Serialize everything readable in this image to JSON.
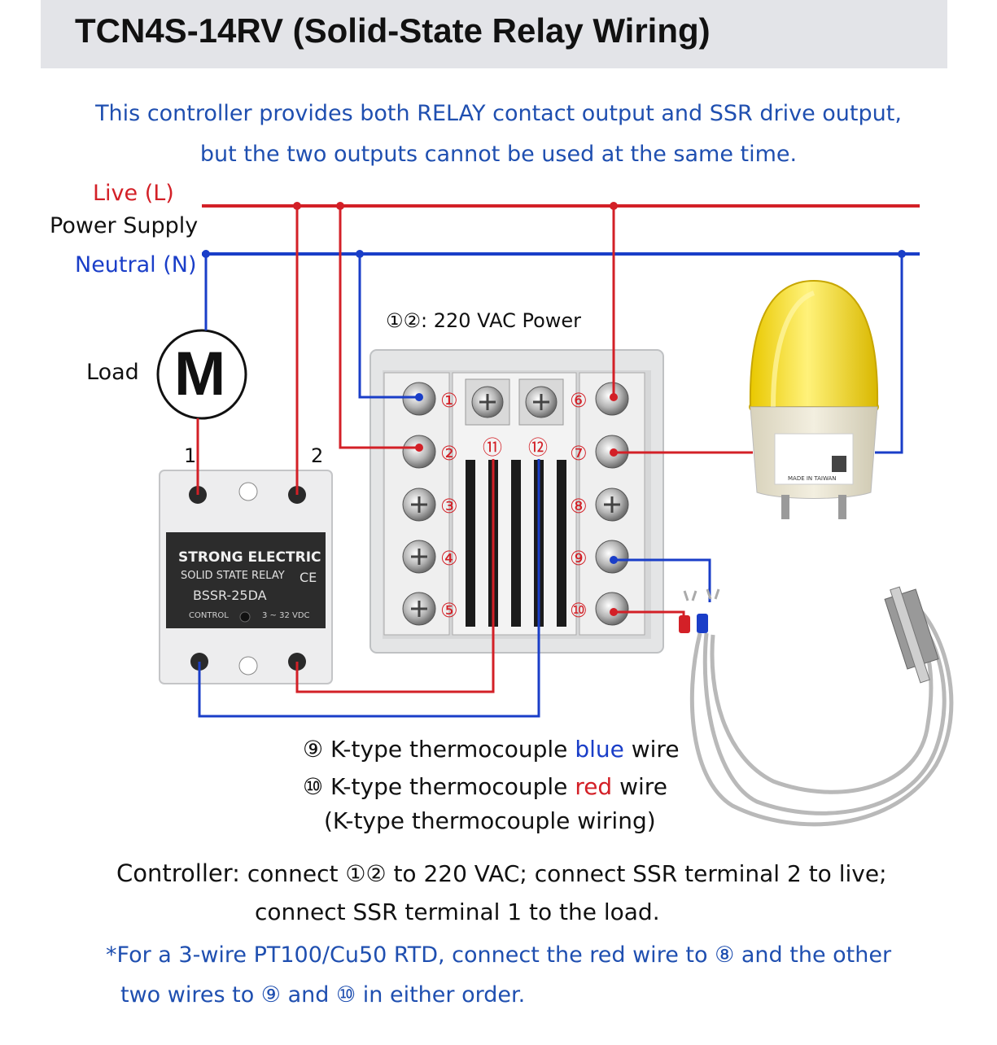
{
  "title": "TCN4S-14RV (Solid-State Relay Wiring)",
  "intro": {
    "line1": "This controller provides both RELAY contact output and SSR drive output,",
    "line2": "but the two outputs cannot be used at the same time."
  },
  "supply": {
    "live": "Live (L)",
    "power": "Power Supply",
    "neutral": "Neutral (N)"
  },
  "load": {
    "label": "Load",
    "motor_symbol": "M"
  },
  "power_note": "①②: 220 VAC Power",
  "ssr": {
    "terminal1": "1",
    "terminal2": "2",
    "brand": "STRONG ELECTRIC",
    "type": "SOLID STATE RELAY",
    "model": "BSSR-25DA",
    "control": "CONTROL",
    "voltage": "3 ~ 32 VDC",
    "ce": "CE"
  },
  "terminals": {
    "t1": "①",
    "t2": "②",
    "t3": "③",
    "t4": "④",
    "t5": "⑤",
    "t6": "⑥",
    "t7": "⑦",
    "t8": "⑧",
    "t9": "⑨",
    "t10": "⑩",
    "t11": "⑪",
    "t12": "⑫"
  },
  "lamp": {
    "label": "MADE IN TAIWAN"
  },
  "thermocouple": {
    "line1_prefix": "⑨ K-type thermocouple",
    "line1_color": "blue",
    "line1_suffix": "wire",
    "line2_prefix": "⑩ K-type thermocouple",
    "line2_color": "red",
    "line2_suffix": "wire",
    "line3": "(K-type thermocouple wiring)"
  },
  "controller_note": {
    "head": "Controller:",
    "line1": " connect ①② to 220 VAC; connect SSR terminal 2 to live;",
    "line2": "connect SSR terminal 1 to the load."
  },
  "rtd_note": {
    "line1": "*For a 3-wire PT100/Cu50 RTD, connect the red wire to ⑧ and the other",
    "line2": "two wires to ⑨ and ⑩ in either order."
  },
  "colors": {
    "live_wire": "#d32027",
    "neutral_wire": "#1a3ec8",
    "lamp_yellow": "#f4d400",
    "note_blue": "#1f4fb0"
  }
}
